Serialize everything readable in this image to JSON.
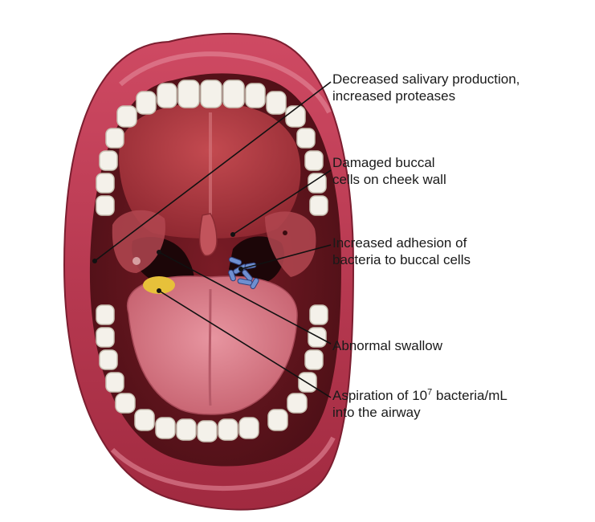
{
  "callouts": {
    "saliva": {
      "line1": "Decreased salivary production,",
      "line2": "increased proteases"
    },
    "buccal": {
      "line1": "Damaged buccal",
      "line2": "cells on cheek wall"
    },
    "adhesion": {
      "line1": "Increased adhesion of",
      "line2": "bacteria to buccal cells"
    },
    "swallow": {
      "line1": "Abnormal swallow"
    },
    "aspiration": {
      "line1_prefix": "Aspiration of 10",
      "exponent": "7",
      "line1_suffix": " bacteria/mL",
      "line2": "into the airway"
    }
  },
  "colors": {
    "lips": "#b8324a",
    "palate": "#a8343c",
    "tongue": "#d97a86",
    "throat": "#2a0a0c",
    "teeth": "#f4f1ea",
    "swallow_marker": "#e7c13a",
    "bacteria": "#6f8fd0"
  },
  "icons": [
    "bacteria-cluster-icon",
    "swallow-marker-icon"
  ]
}
